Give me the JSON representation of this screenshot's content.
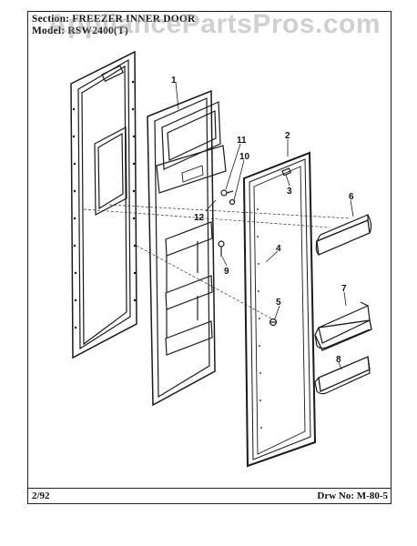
{
  "header": {
    "section": "Section: FREEZER INNER DOOR",
    "model": "Model: RSW2400(T)"
  },
  "watermark": "AppliancePartsPros.com",
  "footer": {
    "date": "2/92",
    "drawing_number": "Drw No: M-80-5"
  },
  "callouts": [
    "1",
    "2",
    "3",
    "4",
    "5",
    "6",
    "7",
    "8",
    "9",
    "10",
    "11",
    "12"
  ]
}
